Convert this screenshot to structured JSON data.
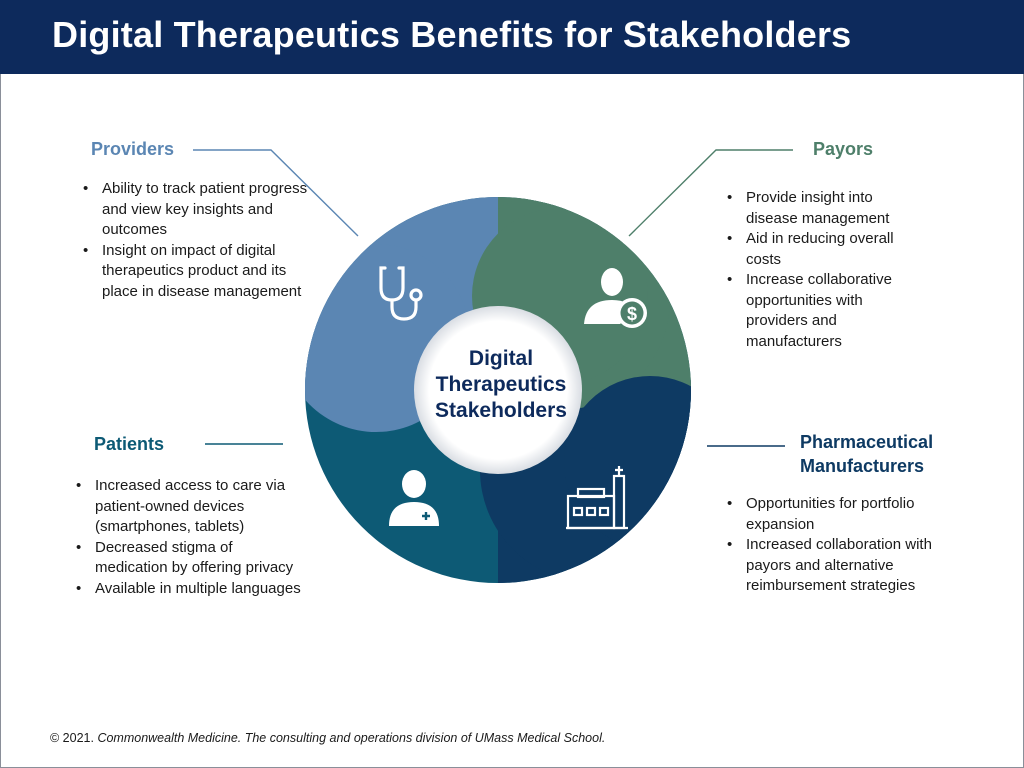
{
  "title": "Digital Therapeutics Benefits for Stakeholders",
  "center": {
    "line1": "Digital",
    "line2": "Therapeutics",
    "line3": "Stakeholders"
  },
  "stakeholders": {
    "providers": {
      "heading": "Providers",
      "color": "#5b86b3",
      "icon": "stethoscope-icon",
      "bullets": [
        "Ability to track patient progress and view key insights and outcomes",
        "Insight on impact of digital therapeutics product and its place in disease management"
      ]
    },
    "payors": {
      "heading": "Payors",
      "color": "#4e7f6a",
      "icon": "person-dollar-icon",
      "bullets": [
        "Provide insight into disease management",
        "Aid in reducing overall costs",
        "Increase collaborative opportunities with providers and manufacturers"
      ]
    },
    "manufacturers": {
      "heading_line1": "Pharmaceutical",
      "heading_line2": "Manufacturers",
      "color": "#0e3a63",
      "icon": "factory-icon",
      "bullets": [
        "Opportunities for portfolio expansion",
        "Increased collaboration with payors and alternative reimbursement strategies"
      ]
    },
    "patients": {
      "heading": "Patients",
      "color": "#0d5a75",
      "icon": "patient-icon",
      "bullets": [
        "Increased access to care via patient-owned devices (smartphones, tablets)",
        "Decreased stigma of medication by offering privacy",
        "Available in multiple languages"
      ]
    }
  },
  "footer": {
    "prefix": "© 2021. ",
    "text": "Commonwealth Medicine. The consulting and operations division of UMass Medical School."
  }
}
